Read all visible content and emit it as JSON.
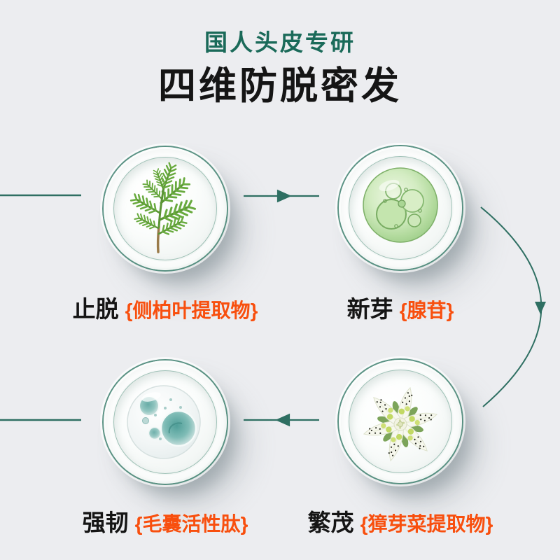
{
  "header": {
    "subtitle": "国人头皮专研",
    "title": "四维防脱密发"
  },
  "items": [
    {
      "name": "止脱",
      "ingredient": "{侧柏叶提取物}",
      "icon": "thuja-leaf-petri-dish"
    },
    {
      "name": "新芽",
      "ingredient": "{腺苷}",
      "icon": "green-serum-petri-dish"
    },
    {
      "name": "强韧",
      "ingredient": "{毛囊活性肽}",
      "icon": "teal-bubbles-petri-dish"
    },
    {
      "name": "繁茂",
      "ingredient": "{獐芽菜提取物}",
      "icon": "swertia-flower-petri-dish"
    }
  ],
  "icons": {
    "flow": "clockwise-cycle-arrows",
    "top_arrow": "arrow-right",
    "bottom_arrow": "arrow-left",
    "right_arc": "arc-arrow-down"
  },
  "colors": {
    "bg": "#ecedf0",
    "teal": "#1a6a59",
    "arrow": "#2e6f62",
    "orange": "#f84f0e",
    "ink": "#151515"
  }
}
